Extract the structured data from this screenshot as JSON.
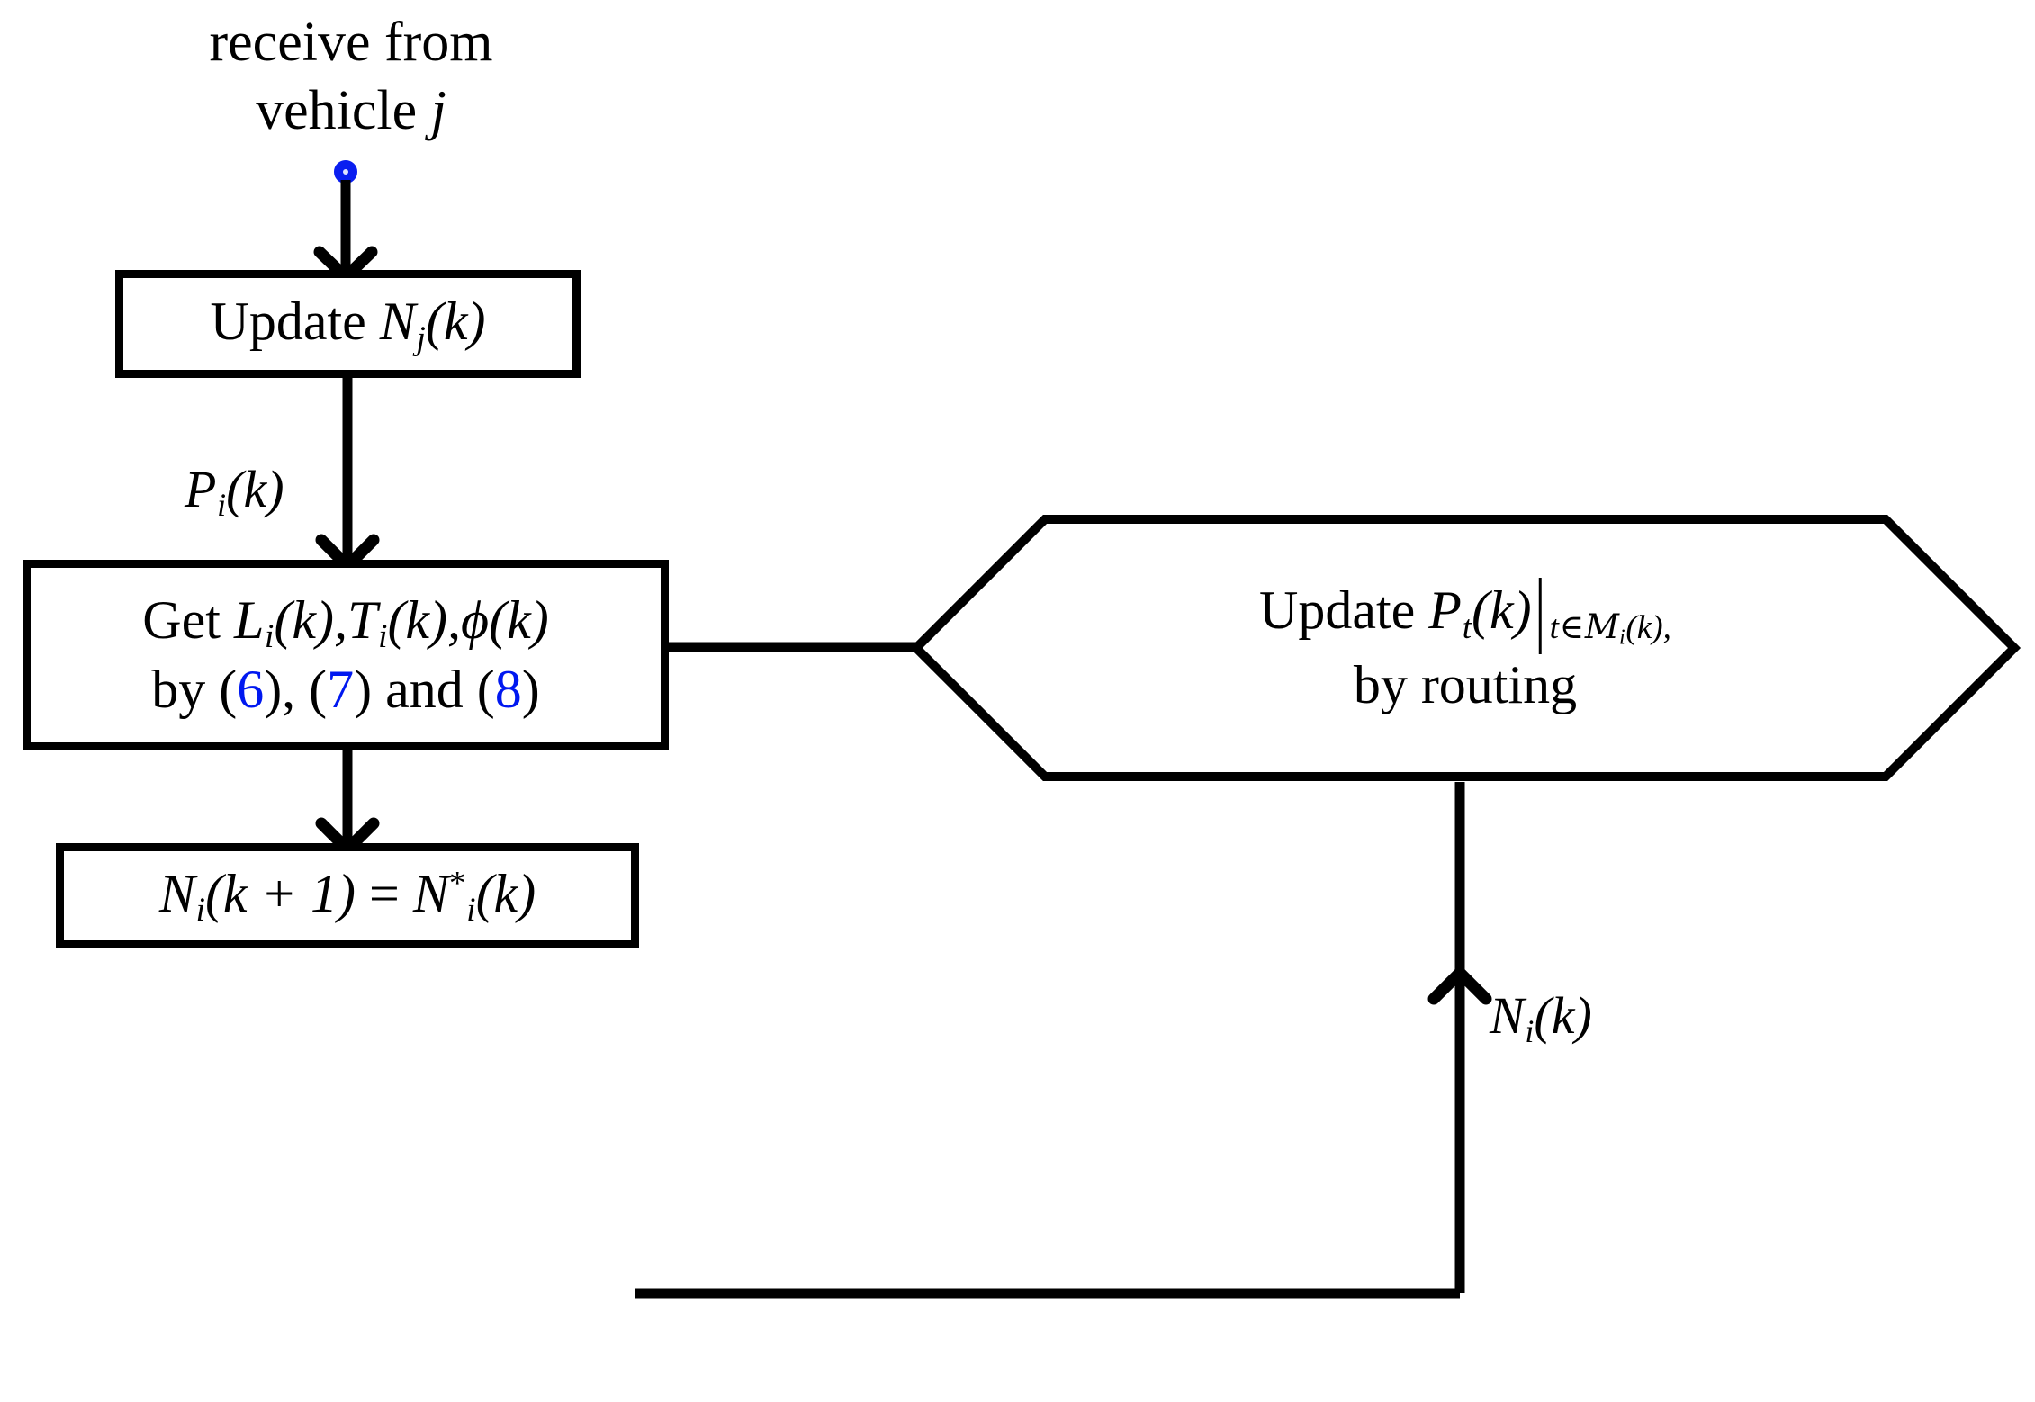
{
  "diagram": {
    "title": "Vehicle update and routing flowchart",
    "background_color": "#ffffff",
    "line_color": "#000000",
    "accent_color": "#0018f0"
  },
  "caption": {
    "line1": "receive from",
    "line2_prefix": "vehicle ",
    "line2_symbol": "j"
  },
  "start_node": {
    "shape": "circle",
    "color": "#0a1ef0"
  },
  "nodes": {
    "update_nj": {
      "shape": "rectangle",
      "text_prefix": "Update ",
      "symbol": "N",
      "symbol_sub": "j",
      "symbol_arg": "(k)"
    },
    "get_values": {
      "shape": "rectangle",
      "line1_prefix": "Get ",
      "line1_sym1": "L",
      "line1_sym1_sub": "i",
      "line1_sym1_arg": "(k),",
      "line1_sym2": "T",
      "line1_sym2_sub": "i",
      "line1_sym2_arg": "(k),",
      "line1_sym3": "ϕ",
      "line1_sym3_arg": "(k)",
      "line2_prefix": "by (",
      "line2_ref1": "6",
      "line2_mid1": "), (",
      "line2_ref2": "7",
      "line2_mid2": ") and (",
      "line2_ref3": "8",
      "line2_suffix": ")"
    },
    "assign_n": {
      "shape": "rectangle",
      "lhs_sym": "N",
      "lhs_sub": "i",
      "lhs_arg": "(k + 1)",
      "eq": " = ",
      "rhs_sym": "N",
      "rhs_sup": "*",
      "rhs_sub": "i",
      "rhs_arg": "(k)"
    },
    "routing": {
      "shape": "hexagon",
      "line1_prefix": "Update ",
      "line1_sym": "P",
      "line1_sub": "t",
      "line1_arg": "(k)",
      "line1_bar": "|",
      "line1_cond_t": "t",
      "line1_cond_in": "∈",
      "line1_cond_set": "M",
      "line1_cond_set_sub": "i",
      "line1_cond_arg": "(k),",
      "line2": "by routing"
    }
  },
  "edges": {
    "pi_label_sym": "P",
    "pi_label_sub": "i",
    "pi_label_arg": "(k)",
    "ni_label_sym": "N",
    "ni_label_sub": "i",
    "ni_label_arg": "(k)"
  }
}
